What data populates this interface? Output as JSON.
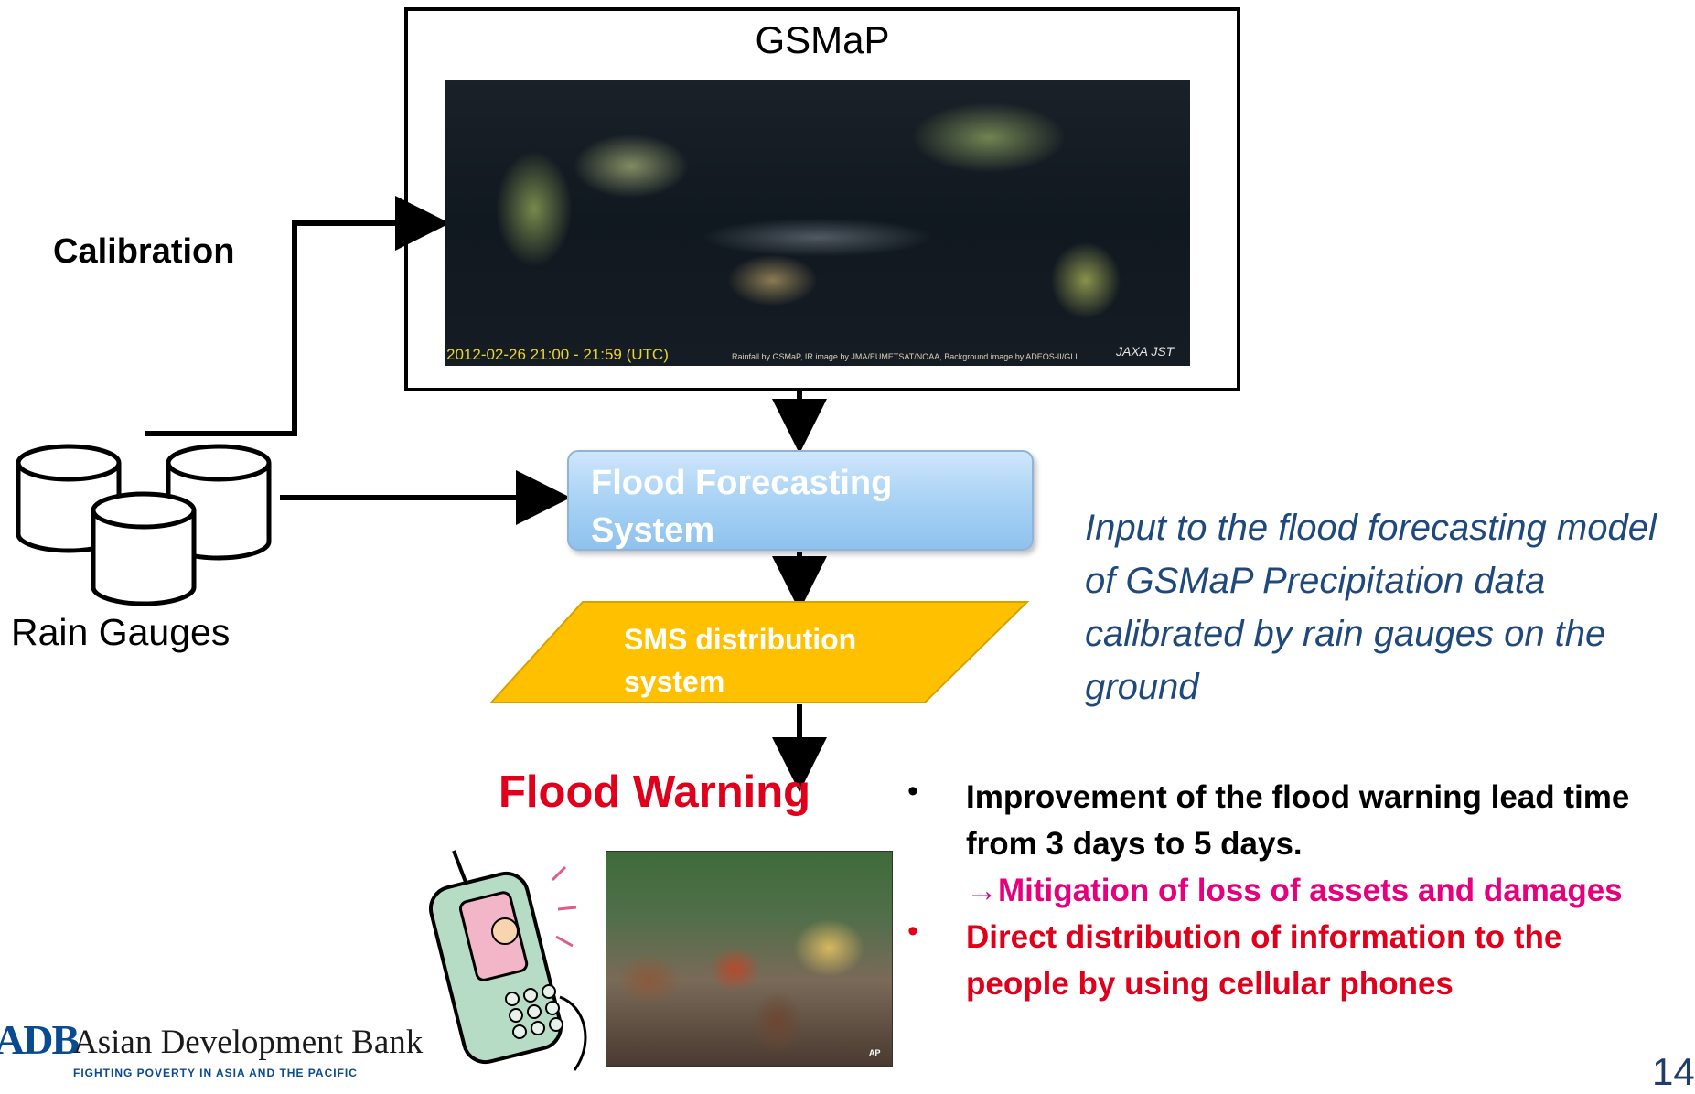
{
  "gsmap": {
    "title": "GSMaP",
    "timestamp": "2012-02-26 21:00 - 21:59 (UTC)",
    "credit": "Rainfall by GSMaP, IR image by JMA/EUMETSAT/NOAA, Background image by ADEOS-II/GLI",
    "logo_text": "JAXA JST"
  },
  "calibration_label": "Calibration",
  "rain_gauges_label": "Rain Gauges",
  "flood_forecasting_label": "Flood Forecasting System",
  "sms_label": "SMS distribution system",
  "note": "Input to the flood forecasting model of GSMaP Precipitation data calibrated by rain gauges on the ground",
  "flood_warning_label": "Flood Warning",
  "bullets": {
    "marker": "•",
    "item1": "Improvement of the flood warning lead time from 3 days to 5 days",
    "item1_punct": ".",
    "item1_arrow": "→",
    "item1_sub": "Mitigation of loss of assets and damages",
    "item2": "Direct distribution of information to the people by using cellular phones"
  },
  "photo_credit": "AP",
  "footer": {
    "logo_mark": "ADB",
    "org_name": "Asian Development Bank",
    "tagline": "FIGHTING POVERTY IN ASIA AND THE PACIFIC"
  },
  "page_number": "14",
  "colors": {
    "warning_red": "#e0001b",
    "magenta": "#e6007e",
    "note_blue": "#1f497d",
    "ffs_blue": "#acd4f5",
    "sms_yellow": "#ffc000"
  }
}
